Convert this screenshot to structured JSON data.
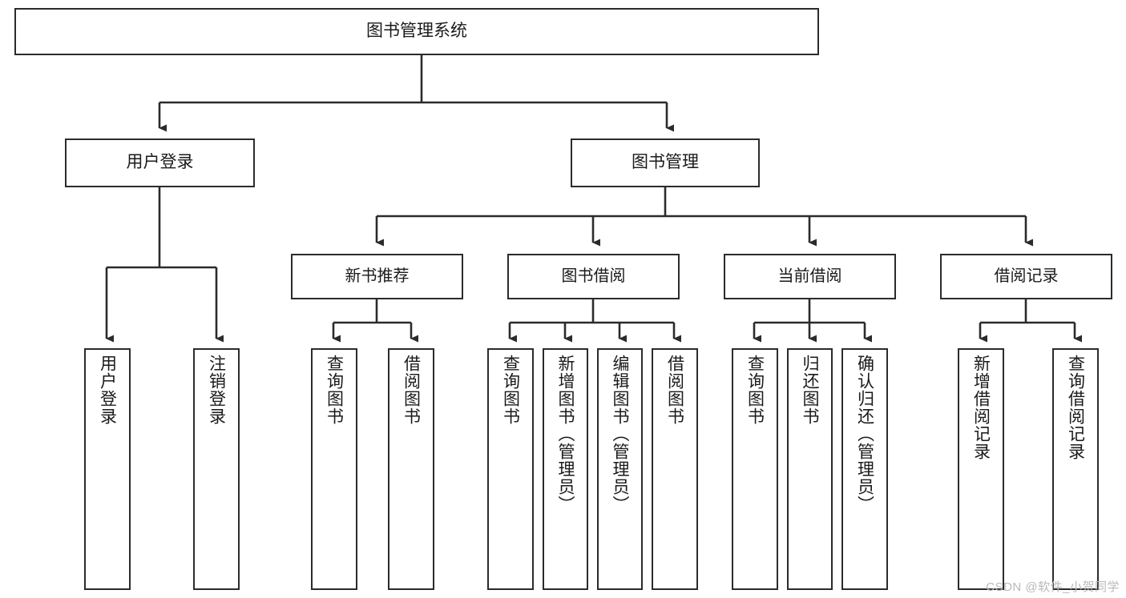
{
  "diagram": {
    "title": "图书管理系统",
    "type": "tree-hierarchy-chart",
    "watermark": "CSDN @软件_小贺同学",
    "colors": {
      "stroke": "#2b2b2b",
      "fill": "#ffffff",
      "text": "#1a1a1a",
      "watermark": "#b9b9b9"
    },
    "nodes": {
      "root": {
        "label": "图书管理系统"
      },
      "level2": [
        {
          "id": "user-login",
          "label": "用户登录"
        },
        {
          "id": "book-management",
          "label": "图书管理"
        }
      ],
      "level3": [
        {
          "id": "new-book-recommend",
          "label": "新书推荐"
        },
        {
          "id": "book-borrow",
          "label": "图书借阅"
        },
        {
          "id": "current-borrow",
          "label": "当前借阅"
        },
        {
          "id": "borrow-record",
          "label": "借阅记录"
        }
      ],
      "leaves": {
        "user_login": [
          {
            "id": "leaf-user-login",
            "label": "用户登录"
          },
          {
            "id": "leaf-logout-login",
            "label": "注销登录"
          }
        ],
        "new_book_recommend": [
          {
            "id": "leaf-query-book-1",
            "label": "查询图书"
          },
          {
            "id": "leaf-borrow-book-1",
            "label": "借阅图书"
          }
        ],
        "book_borrow": [
          {
            "id": "leaf-query-book-2",
            "label": "查询图书"
          },
          {
            "id": "leaf-add-book",
            "label": "新增图书（管理员）"
          },
          {
            "id": "leaf-edit-book",
            "label": "编辑图书（管理员）"
          },
          {
            "id": "leaf-borrow-book-2",
            "label": "借阅图书"
          }
        ],
        "current_borrow": [
          {
            "id": "leaf-query-book-3",
            "label": "查询图书"
          },
          {
            "id": "leaf-return-book",
            "label": "归还图书"
          },
          {
            "id": "leaf-confirm-return",
            "label": "确认归还（管理员）"
          }
        ],
        "borrow_record": [
          {
            "id": "leaf-add-record",
            "label": "新增借阅记录"
          },
          {
            "id": "leaf-query-record",
            "label": "查询借阅记录"
          }
        ]
      }
    }
  }
}
